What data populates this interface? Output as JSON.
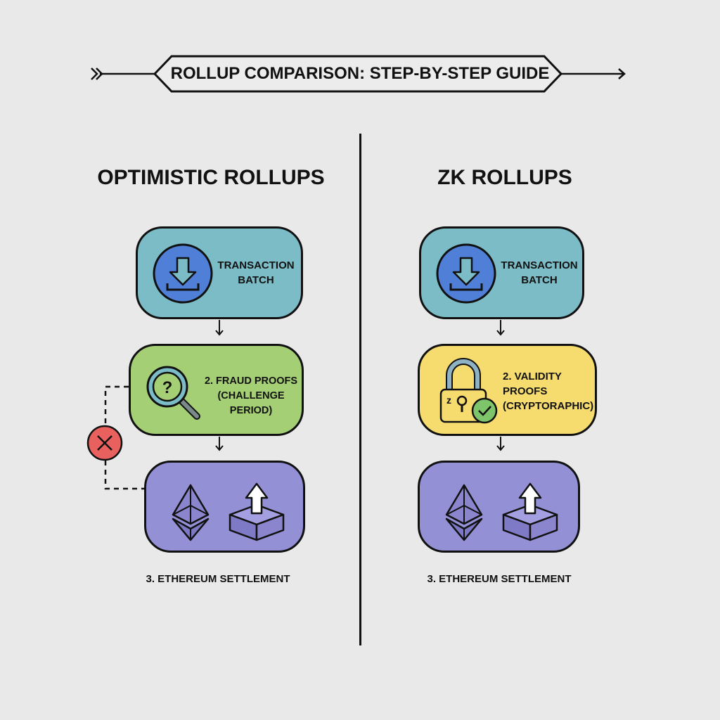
{
  "title": "ROLLUP COMPARISON: STEP-BY-STEP GUIDE",
  "colors": {
    "background": "#e9e9e9",
    "transaction_box": "#7bbcc6",
    "download_circle": "#4f7fd6",
    "fraud_box": "#a5cf74",
    "validity_box": "#f6db6e",
    "settlement_box": "#9490d6",
    "error_circle": "#e8615e",
    "check_circle": "#7dc46a",
    "outline": "#111111"
  },
  "columns": [
    {
      "heading": "OPTIMISTIC ROLLUPS",
      "steps": [
        {
          "label_line1": "TRANSACTION",
          "label_line2": "BATCH",
          "icon": "download-icon"
        },
        {
          "label_line1": "2. FRAUD PROOFS",
          "label_line2": "(CHALLENGE PERIOD)",
          "icon": "magnifier-question-icon"
        },
        {
          "icon_left": "ethereum-icon",
          "icon_right": "box-upload-icon"
        }
      ],
      "caption": "3. ETHEREUM SETTLEMENT",
      "challenge_marker": "reject-x-icon"
    },
    {
      "heading": "ZK ROLLUPS",
      "steps": [
        {
          "label_line1": "TRANSACTION",
          "label_line2": "BATCH",
          "icon": "download-icon"
        },
        {
          "label_line1": "2. VALIDITY",
          "label_line2": "PROOFS",
          "label_line3": "(CRYPTORAPHIC)",
          "icon": "padlock-check-icon"
        },
        {
          "icon_left": "ethereum-icon",
          "icon_right": "box-upload-icon"
        }
      ],
      "caption": "3. ETHEREUM SETTLEMENT"
    }
  ]
}
